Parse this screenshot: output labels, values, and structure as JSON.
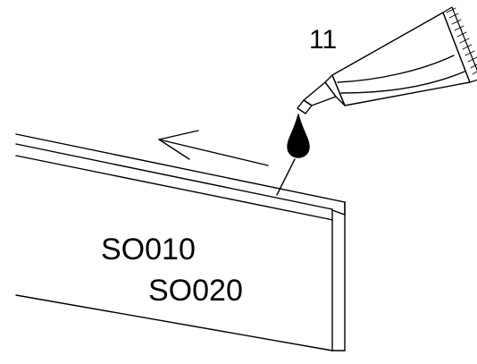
{
  "labels": {
    "step_number": "11",
    "part_code_1": "SO010",
    "part_code_2": "SO020"
  },
  "colors": {
    "ink": "#000000",
    "paper": "#ffffff"
  },
  "icons": {
    "drop": "glue-drop-icon",
    "tube": "glue-tube-icon",
    "arrow": "direction-arrow-icon"
  }
}
